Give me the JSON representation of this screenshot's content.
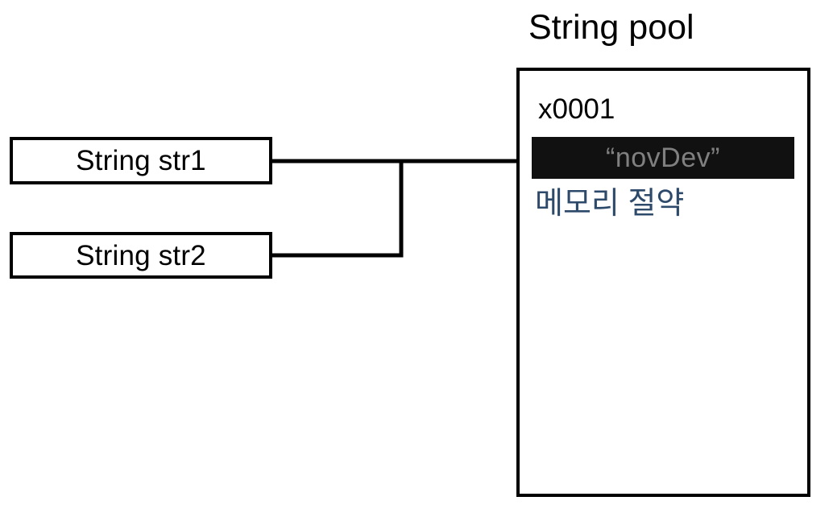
{
  "diagram": {
    "title": "String pool",
    "variables": [
      {
        "label": "String str1",
        "name": "str1"
      },
      {
        "label": "String str2",
        "name": "str2"
      }
    ],
    "pool": {
      "title": "String pool",
      "address": "x0001",
      "value": "“novDev”",
      "note": "메모리 절약"
    },
    "colors": {
      "background": "#ffffff",
      "stroke": "#000000",
      "value_box_fill": "#111111",
      "value_text": "#808080",
      "note_text": "#2e4a6b"
    }
  }
}
